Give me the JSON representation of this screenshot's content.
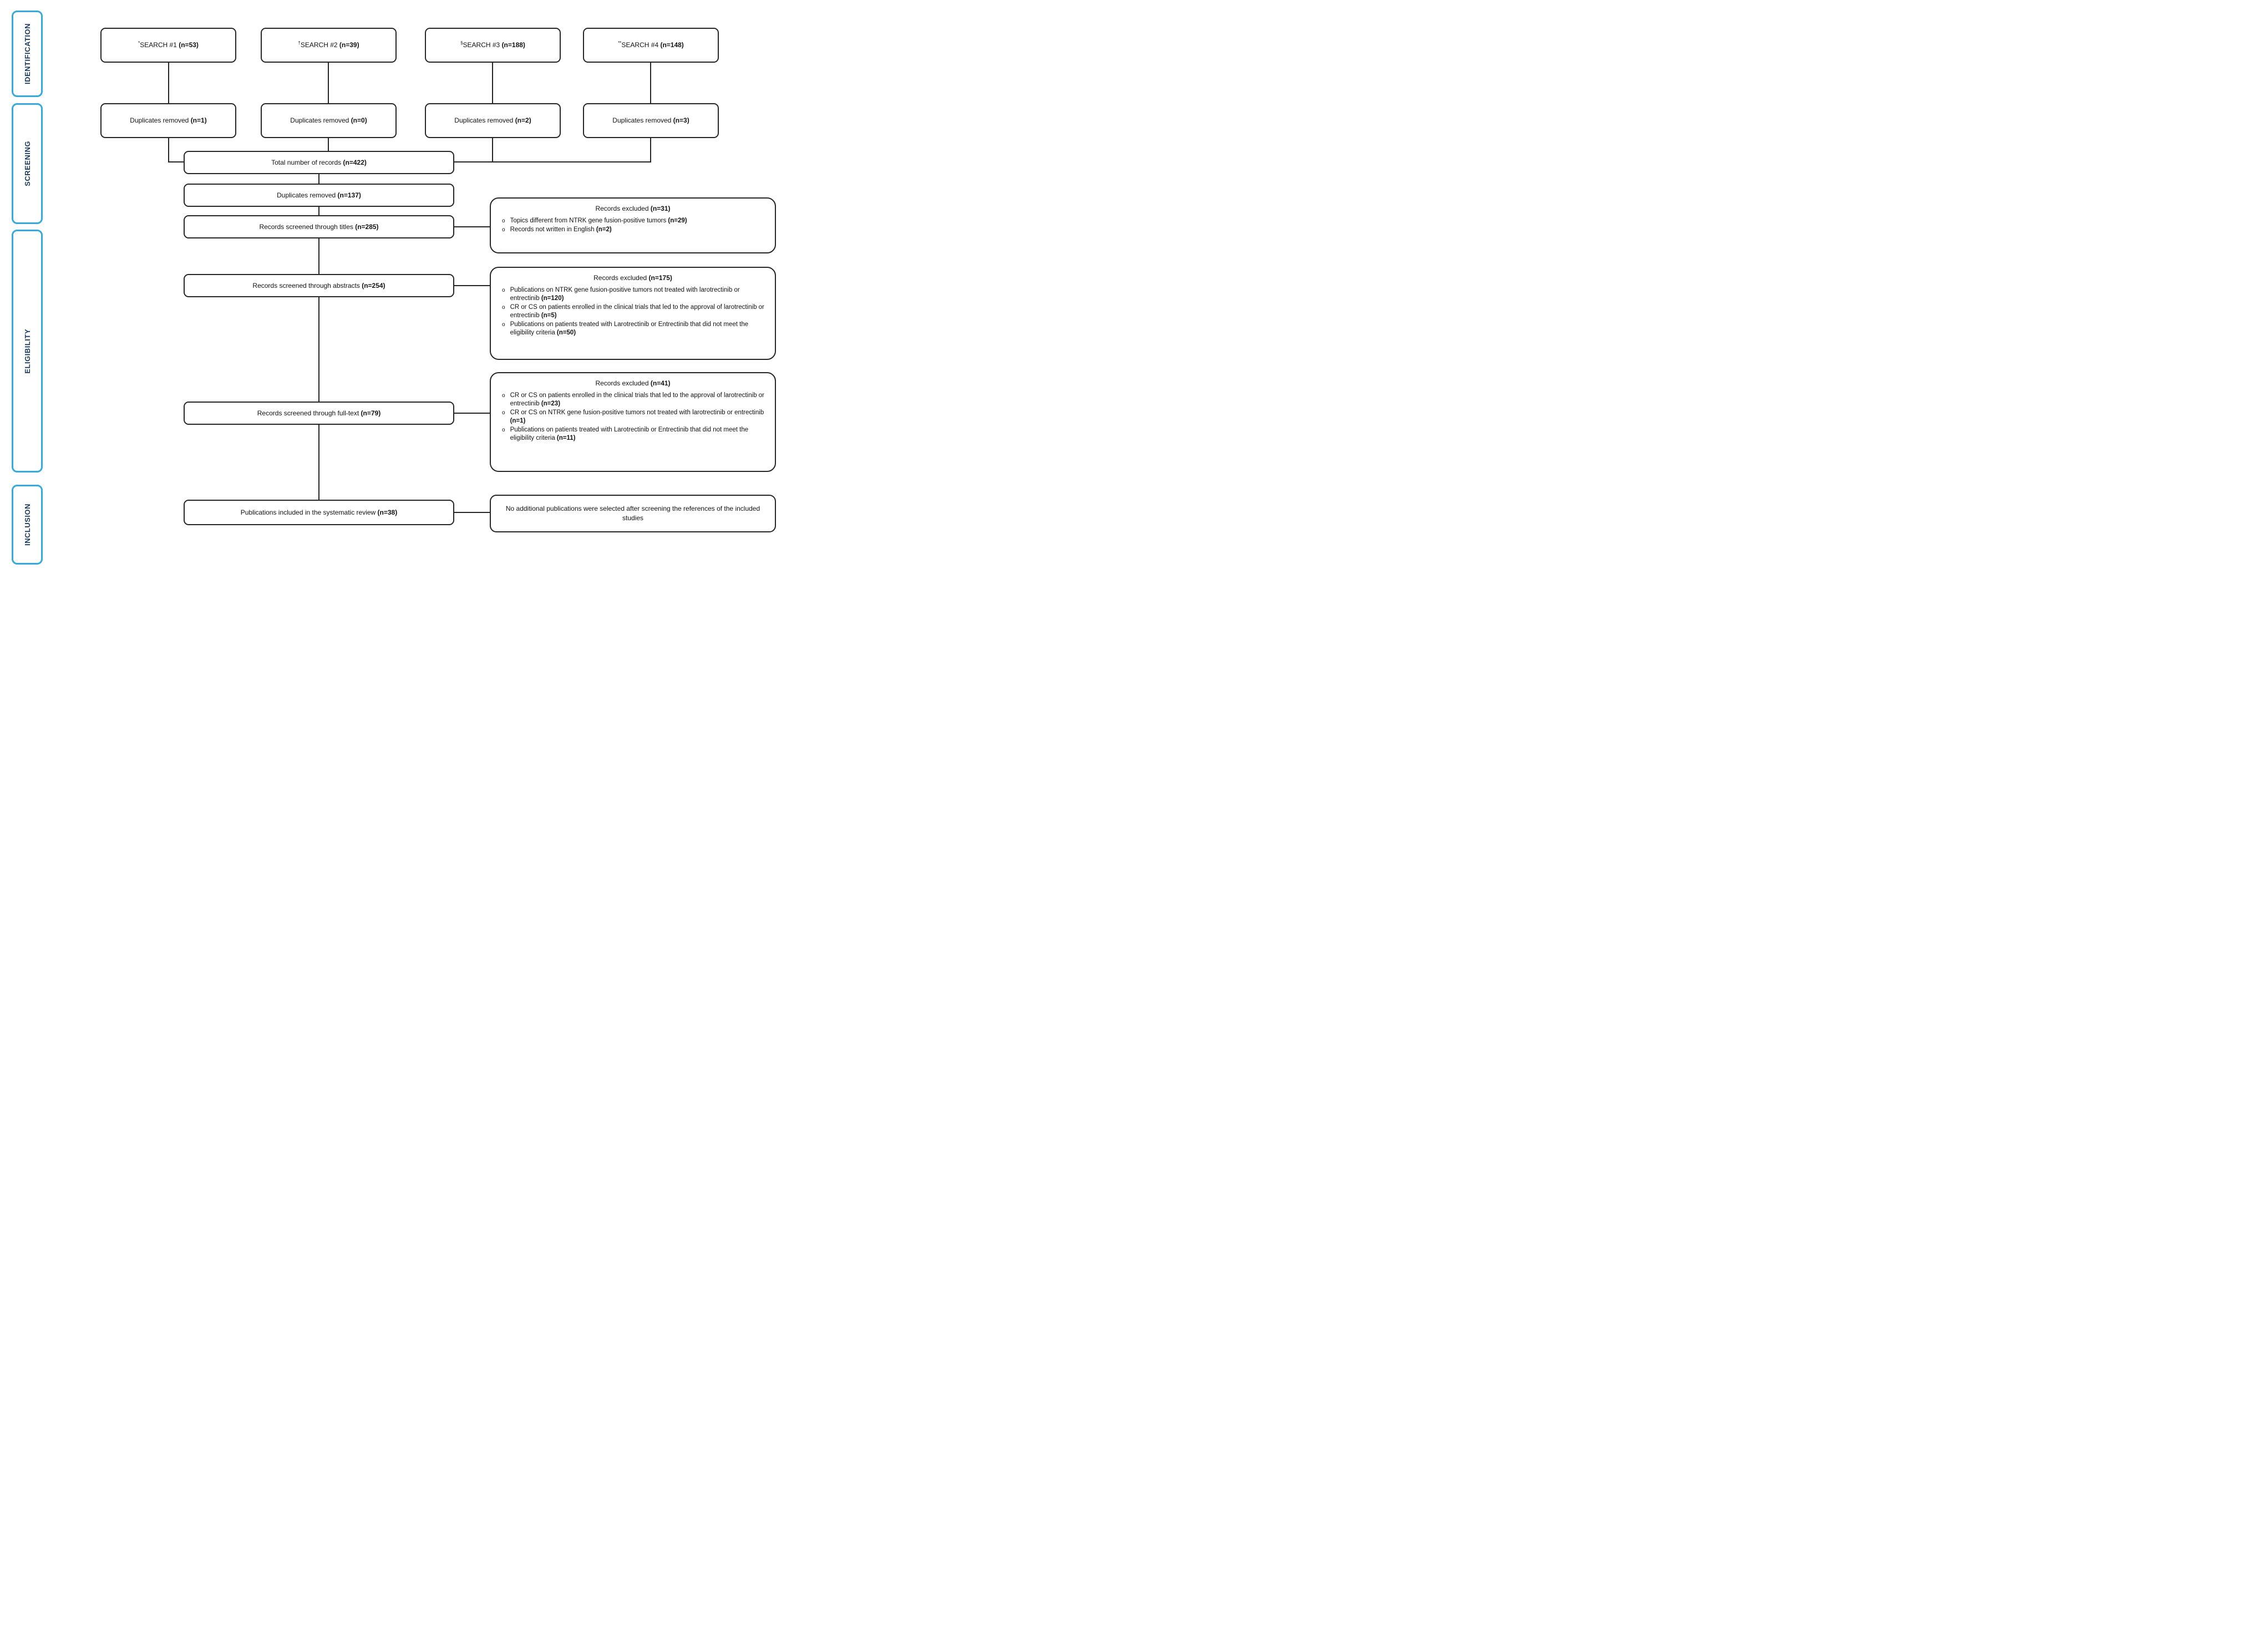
{
  "sidebar": {
    "stages": [
      {
        "label": "IDENTIFICATION"
      },
      {
        "label": "SCREENING"
      },
      {
        "label": "ELIGIBILITY"
      },
      {
        "label": "INCLUSION"
      }
    ]
  },
  "flow": {
    "searches": [
      {
        "prefix": "*",
        "label": "SEARCH #1 ",
        "count": "(n=53)"
      },
      {
        "prefix": "†",
        "label": "SEARCH #2 ",
        "count": "(n=39)"
      },
      {
        "prefix": "§",
        "label": "SEARCH #3 ",
        "count": "(n=188)"
      },
      {
        "prefix": "**",
        "label": "SEARCH #4 ",
        "count": "(n=148)"
      }
    ],
    "duplicates": [
      {
        "label": "Duplicates removed (n=1)"
      },
      {
        "label": "Duplicates removed (n=0)"
      },
      {
        "label": "Duplicates removed (n=2)"
      },
      {
        "label": "Duplicates removed (n=3)"
      }
    ],
    "steps": {
      "total": "Total number of records (n=422)",
      "dedup": "Duplicates removed (n=137)",
      "titles": "Records screened through titles (n=285)",
      "abstracts": "Records screened through abstracts (n=254)",
      "fulltext": "Records screened through full-text (n=79)",
      "included": "Publications included in the systematic review (n=38)"
    }
  },
  "exclusions": [
    {
      "title": "Records excluded (n=31)",
      "items": [
        "Topics different from NTRK gene fusion-positive tumors (n=29)",
        "Records not written in English (n=2)"
      ]
    },
    {
      "title": "Records excluded (n=175)",
      "items": [
        "Publications on NTRK gene fusion-positive tumors not treated with larotrectinib or entrectinib (n=120)",
        "CR or CS on patients enrolled in the clinical trials that led to the approval of larotrectinib or entrectinib (n=5)",
        "Publications on patients treated with Larotrectinib or Entrectinib that did not meet the eligibility criteria (n=50)"
      ]
    },
    {
      "title": "Records excluded (n=41)",
      "items": [
        "CR or CS on patients enrolled in the clinical trials that led to the approval of larotrectinib or entrectinib (n=23)",
        "CR or CS on NTRK gene fusion-positive tumors not treated with larotrectinib or entrectinib (n=1)",
        "Publications on patients treated with Larotrectinib or Entrectinib that did not meet the eligibility criteria (n=11)"
      ]
    }
  ],
  "note": "No additional publications were selected after screening the references of the included studies",
  "colors": {
    "stage_border": "#36a9dd",
    "stage_text": "#1d3a5f",
    "line": "#262626"
  }
}
